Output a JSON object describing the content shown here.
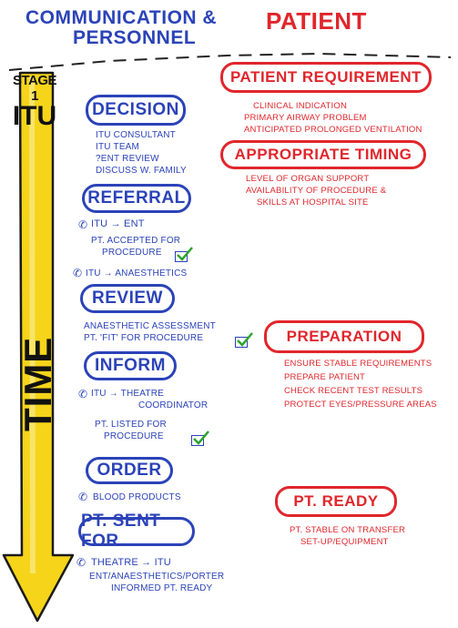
{
  "headers": {
    "communication": "COMMUNICATION &",
    "personnel": "PERSONNEL",
    "patient": "PATIENT"
  },
  "timeline": {
    "stage_line1": "STAGE 1",
    "stage_line2": "ITU",
    "time_label": "TIME"
  },
  "steps": {
    "decision": "DECISION",
    "decision_notes": [
      "ITU CONSULTANT",
      "ITU TEAM",
      "?ENT REVIEW",
      "DISCUSS W. FAMILY"
    ],
    "referral": "REFERRAL",
    "referral_call1": "ITU → ENT",
    "referral_accepted_1": "PT. ACCEPTED FOR",
    "referral_accepted_2": "PROCEDURE",
    "referral_call2": "ITU → ANAESTHETICS",
    "review": "REVIEW",
    "review_note1": "ANAESTHETIC ASSESSMENT",
    "review_note2": "PT. 'FIT' FOR PROCEDURE",
    "inform": "INFORM",
    "inform_call_1": "ITU → THEATRE",
    "inform_call_2": "COORDINATOR",
    "inform_listed_1": "PT. LISTED FOR",
    "inform_listed_2": "PROCEDURE",
    "order": "ORDER",
    "order_call": "BLOOD PRODUCTS",
    "sent": "PT. SENT FOR",
    "sent_call": "THEATRE → ITU",
    "sent_note1": "ENT/ANAESTHETICS/PORTER",
    "sent_note2": "INFORMED PT. READY"
  },
  "patient": {
    "requirement": "PATIENT REQUIREMENT",
    "requirement_notes": [
      "CLINICAL INDICATION",
      "PRIMARY AIRWAY PROBLEM",
      "ANTICIPATED PROLONGED VENTILATION"
    ],
    "timing": "APPROPRIATE TIMING",
    "timing_notes": [
      "LEVEL OF ORGAN SUPPORT",
      "AVAILABILITY OF PROCEDURE &",
      "SKILLS AT HOSPITAL SITE"
    ],
    "preparation": "PREPARATION",
    "preparation_notes": [
      "ENSURE STABLE REQUIREMENTS",
      "PREPARE PATIENT",
      "CHECK RECENT TEST RESULTS",
      "PROTECT EYES/PRESSURE AREAS"
    ],
    "ready": "PT. READY",
    "ready_notes": [
      "PT. STABLE ON TRANSFER",
      "SET-UP/EQUIPMENT"
    ]
  },
  "colors": {
    "blue_ink": "#2b43b8",
    "red_ink": "#e0262c",
    "arrow_yellow": "#f5d41a",
    "arrow_outline": "#1a1a1a"
  },
  "icons": {
    "phone": "phone-icon",
    "tick": "checkbox-tick-icon"
  }
}
